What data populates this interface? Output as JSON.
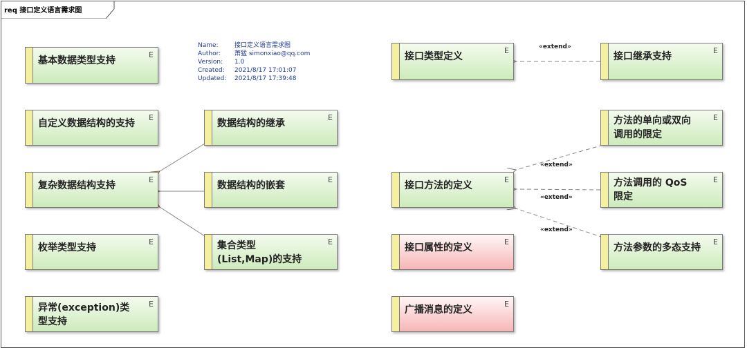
{
  "diagram": {
    "title": "req 接口定义语言需求图"
  },
  "info": {
    "name_label": "Name:",
    "name_value": "接口定义语言需求图",
    "author_label": "Author:",
    "author_value": "萧猛 simonxiao@qq.com",
    "version_label": "Version:",
    "version_value": "1.0",
    "created_label": "Created:",
    "created_value": "2021/8/17 17:01:07",
    "updated_label": "Updated:",
    "updated_value": "2021/8/17 17:39:48"
  },
  "requirements": {
    "basic_types": "基本数据类型支持",
    "custom_struct": "自定义数据结构的支持",
    "complex_struct": "复杂数据结构支持",
    "enum": "枚举类型支持",
    "exception": "异常(exception)类型支持",
    "struct_inherit": "数据结构的继承",
    "struct_nest": "数据结构的嵌套",
    "collection": "集合类型(List,Map)的支持",
    "iface_type": "接口类型定义",
    "iface_inherit": "接口继承支持",
    "method_def": "接口方法的定义",
    "attr_def": "接口属性的定义",
    "broadcast_def": "广播消息的定义",
    "oneway": "方法的单向或双向调用的限定",
    "qos": "方法调用的 QoS 限定",
    "polymorph": "方法参数的多态支持"
  },
  "element_marker": "E",
  "extend_label": "«extend»",
  "colors": {
    "green_fill": "#cdebbb",
    "red_fill": "#f6b6b6",
    "bar": "#f4f0a0"
  }
}
